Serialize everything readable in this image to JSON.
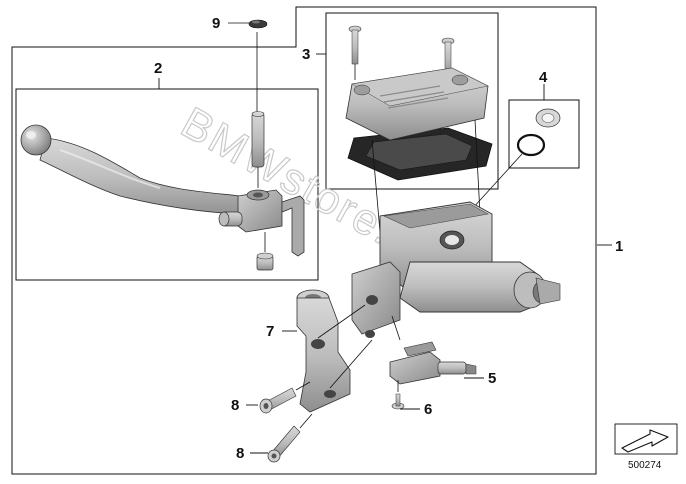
{
  "diagram": {
    "callouts": {
      "c1": "1",
      "c2": "2",
      "c3": "3",
      "c4": "4",
      "c5": "5",
      "c6": "6",
      "c7": "7",
      "c8a": "8",
      "c8b": "8",
      "c9": "9"
    },
    "watermark": "BMWstore.pl",
    "reference_number": "500274",
    "colors": {
      "line": "#111111",
      "part_light": "#c9c9c9",
      "part_mid": "#a9a9a9",
      "part_dark": "#7c7c7c",
      "rubber": "#2a2a2a"
    }
  }
}
